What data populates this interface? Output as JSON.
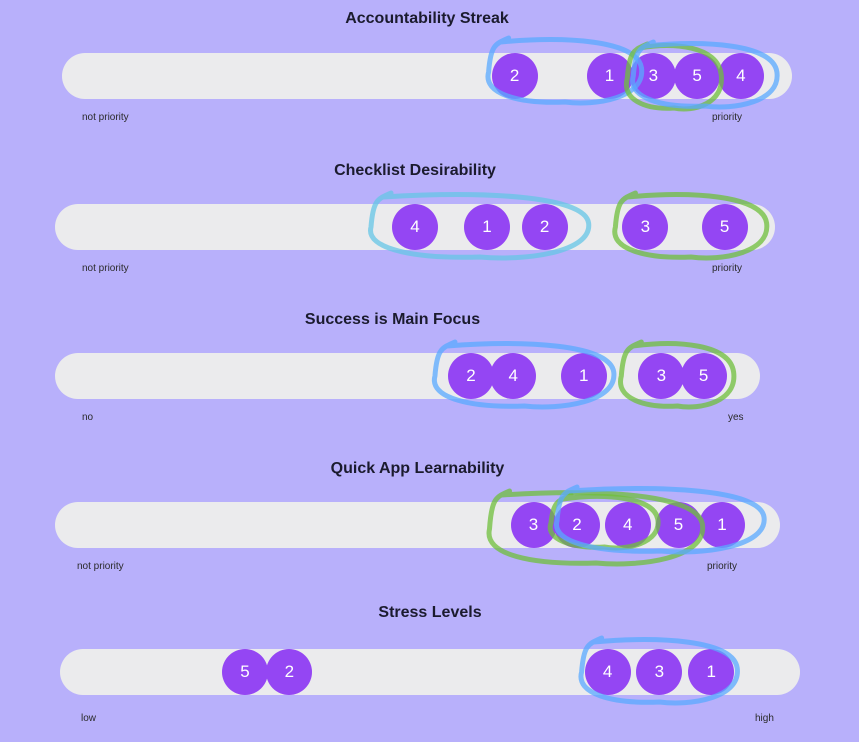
{
  "colors": {
    "background": "#b8b0fb",
    "track": "#ebebed",
    "marker": "#9446f3",
    "ink_blue": "#5aa9ff",
    "ink_green": "#6fbf3b"
  },
  "scales": [
    {
      "title": "Accountability Streak",
      "low_label": "not priority",
      "high_label": "priority",
      "markers": [
        {
          "label": "2",
          "pos": 0.62
        },
        {
          "label": "1",
          "pos": 0.75
        },
        {
          "label": "3",
          "pos": 0.81
        },
        {
          "label": "5",
          "pos": 0.87
        },
        {
          "label": "4",
          "pos": 0.93
        }
      ]
    },
    {
      "title": "Checklist Desirability",
      "low_label": "not priority",
      "high_label": "priority",
      "markers": [
        {
          "label": "4",
          "pos": 0.5
        },
        {
          "label": "1",
          "pos": 0.6
        },
        {
          "label": "2",
          "pos": 0.68
        },
        {
          "label": "3",
          "pos": 0.82
        },
        {
          "label": "5",
          "pos": 0.93
        }
      ]
    },
    {
      "title": "Success is Main Focus",
      "low_label": "no",
      "high_label": "yes",
      "markers": [
        {
          "label": "2",
          "pos": 0.59
        },
        {
          "label": "4",
          "pos": 0.65
        },
        {
          "label": "1",
          "pos": 0.75
        },
        {
          "label": "3",
          "pos": 0.86
        },
        {
          "label": "5",
          "pos": 0.92
        }
      ]
    },
    {
      "title": "Quick App Learnability",
      "low_label": "not priority",
      "high_label": "priority",
      "markers": [
        {
          "label": "3",
          "pos": 0.66
        },
        {
          "label": "2",
          "pos": 0.72
        },
        {
          "label": "4",
          "pos": 0.79
        },
        {
          "label": "5",
          "pos": 0.86
        },
        {
          "label": "1",
          "pos": 0.92
        }
      ]
    },
    {
      "title": "Stress Levels",
      "low_label": "low",
      "high_label": "high",
      "markers": [
        {
          "label": "5",
          "pos": 0.25
        },
        {
          "label": "2",
          "pos": 0.31
        },
        {
          "label": "4",
          "pos": 0.74
        },
        {
          "label": "3",
          "pos": 0.81
        },
        {
          "label": "1",
          "pos": 0.88
        }
      ]
    }
  ]
}
